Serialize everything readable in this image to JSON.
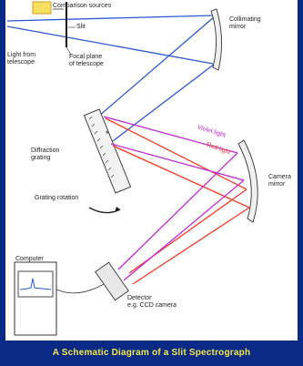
{
  "labels": {
    "comparison_sources": "Comparison sources",
    "slit": "Slit",
    "collimating_mirror": "Collimating\nmirror",
    "light_from_telescope": "Light from\ntelescope",
    "focal_plane": "Focal plane\nof telescope",
    "diffraction_grating": "Diffraction\ngrating",
    "violet_light": "Violet light",
    "red_light": "Red light",
    "camera_mirror": "Camera\nmirror",
    "grating_rotation": "Grating rotation",
    "computer": "Computer",
    "detector": "Detector\ne.g. CCD camera"
  },
  "caption": "A Schematic Diagram of a Slit Spectrograph",
  "colors": {
    "background": "#0b2a86",
    "panel": "#ffffff",
    "blue_beam": "#2a57d6",
    "violet_beam": "#c326d8",
    "red_beam": "#f23a22",
    "caption": "#f2e84a",
    "source_box": "#f7e060"
  }
}
